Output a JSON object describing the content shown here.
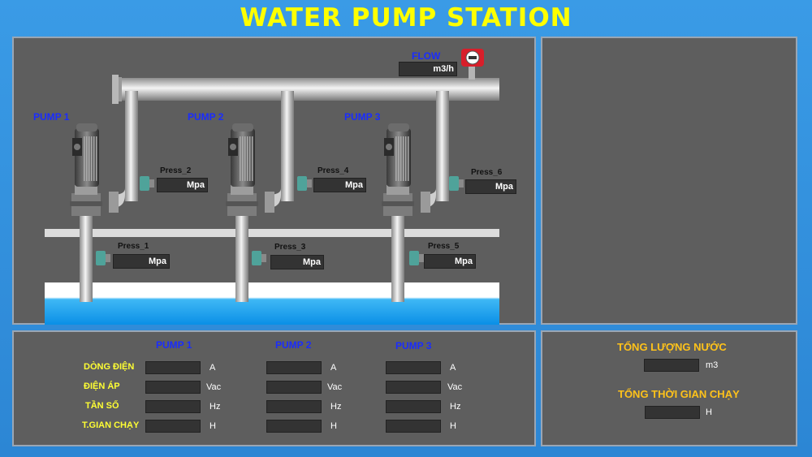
{
  "title": "WATER PUMP STATION",
  "flow": {
    "label": "FLOW",
    "unit": "m3/h"
  },
  "pumps": [
    {
      "label": "PUMP 1",
      "discharge": {
        "label": "Press_2",
        "unit": "Mpa"
      },
      "suction": {
        "label": "Press_1",
        "unit": "Mpa"
      }
    },
    {
      "label": "PUMP 2",
      "discharge": {
        "label": "Press_4",
        "unit": "Mpa"
      },
      "suction": {
        "label": "Press_3",
        "unit": "Mpa"
      }
    },
    {
      "label": "PUMP 3",
      "discharge": {
        "label": "Press_6",
        "unit": "Mpa"
      },
      "suction": {
        "label": "Press_5",
        "unit": "Mpa"
      }
    }
  ],
  "stats": {
    "headers": [
      "PUMP 1",
      "PUMP 2",
      "PUMP 3"
    ],
    "rows": [
      {
        "label": "DÒNG ĐIỆN",
        "unit": "A"
      },
      {
        "label": "ĐIỆN ÁP",
        "unit": "Vac"
      },
      {
        "label": "TẦN SỐ",
        "unit": "Hz"
      },
      {
        "label": "T.GIAN CHẠY",
        "unit": "H"
      }
    ]
  },
  "totals": {
    "water_label": "TỔNG LƯỢNG NƯỚC",
    "water_unit": "m3",
    "runtime_label": "TỔNG THỜI GIAN CHẠY",
    "runtime_unit": "H"
  },
  "colors": {
    "title": "#ffff00",
    "pump_label": "#1a2cff",
    "row_label": "#ffff33",
    "total_label": "#ffc21a",
    "panel": "#5e5e5e",
    "water": "#0aa0f0"
  }
}
